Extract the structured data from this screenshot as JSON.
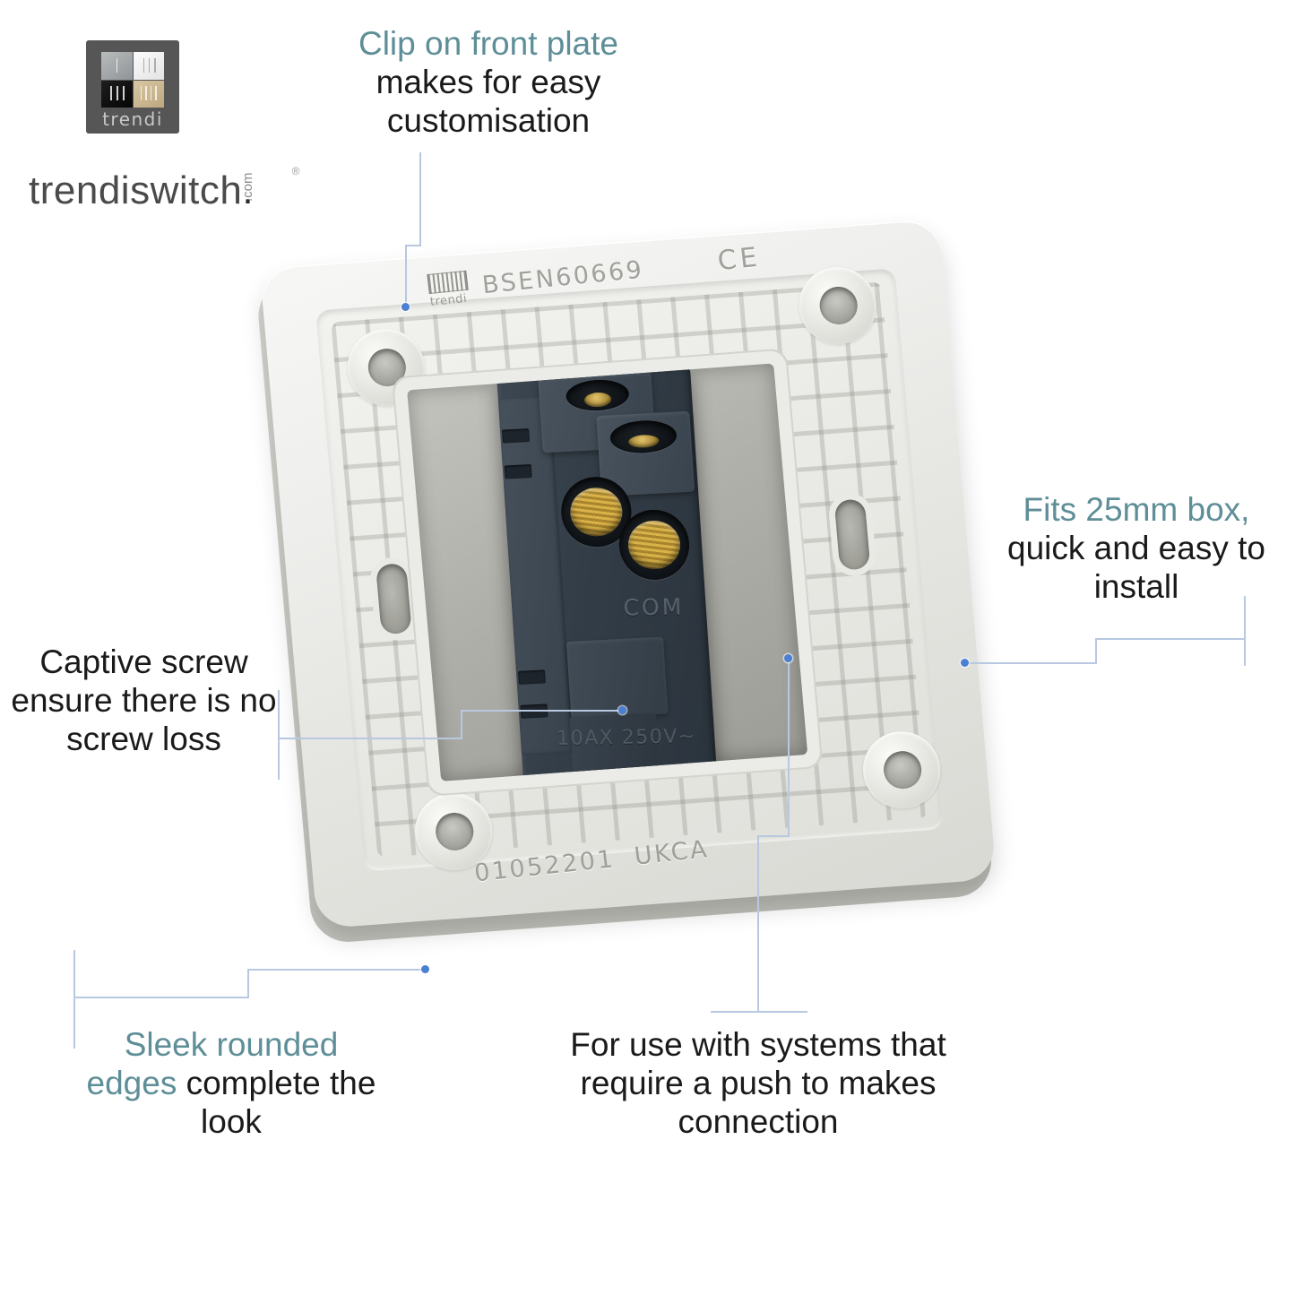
{
  "brand": {
    "logo_word": "trendi",
    "wordmark": "trendiswitch",
    "wordmark_sub": ".com",
    "wordmark_dot": ".",
    "registered_mark": "®",
    "tile_colors": [
      "#9aa0a2",
      "#f2f2f2",
      "#111111",
      "#c9b68f"
    ]
  },
  "callouts": [
    {
      "id": "clip-on-front-plate",
      "highlight": "Clip on front plate",
      "body": "makes for easy customisation"
    },
    {
      "id": "fits-25mm-box",
      "highlight": "Fits 25mm box,",
      "body": "quick and easy to install"
    },
    {
      "id": "captive-screw",
      "highlight": "",
      "body": "Captive screw ensure there is no screw loss"
    },
    {
      "id": "sleek-rounded-edges",
      "highlight": "Sleek rounded edges",
      "body": "complete the look"
    },
    {
      "id": "push-to-make-connection",
      "highlight": "",
      "body": "For use with systems that require a push to makes connection"
    }
  ],
  "product": {
    "standard_mark": "BSEN60669",
    "ce_mark": "CE",
    "batch_code": "01052201",
    "ukca_mark": "UKCA",
    "plate_brand": "trendi",
    "terminal_label": "COM",
    "rating": "10AX 250V~"
  },
  "colors": {
    "highlight_teal": "#5e8e97",
    "body_black": "#1a1a1a",
    "leader_line": "#b7c8e0",
    "leader_dot": "#4a7fd4",
    "background": "#ffffff"
  }
}
